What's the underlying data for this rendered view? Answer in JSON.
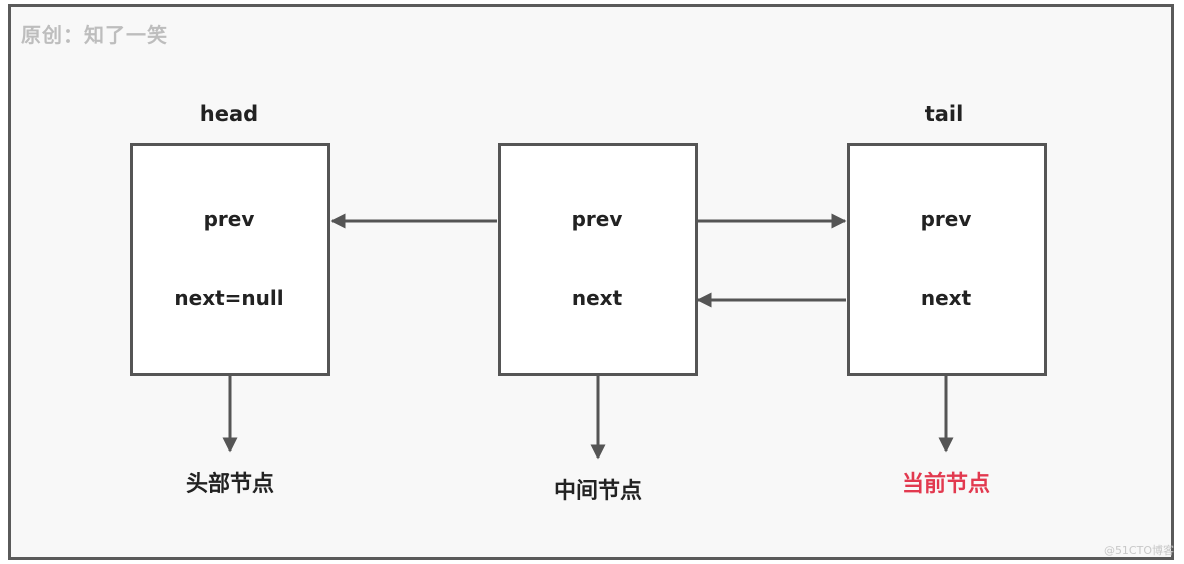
{
  "author_label": "原创：知了一笑",
  "watermark": "@51CTO博客",
  "colors": {
    "border": "#555555",
    "arrow": "#555555",
    "author": "#bdbdbd",
    "current_node_caption": "#e2394f"
  },
  "nodes": [
    {
      "id": "head",
      "top_label": "head",
      "fields": [
        "prev",
        "next=null"
      ],
      "caption": "头部节点"
    },
    {
      "id": "middle",
      "top_label": "",
      "fields": [
        "prev",
        "next"
      ],
      "caption": "中间节点"
    },
    {
      "id": "tail",
      "top_label": "tail",
      "fields": [
        "prev",
        "next"
      ],
      "caption": "当前节点"
    }
  ]
}
